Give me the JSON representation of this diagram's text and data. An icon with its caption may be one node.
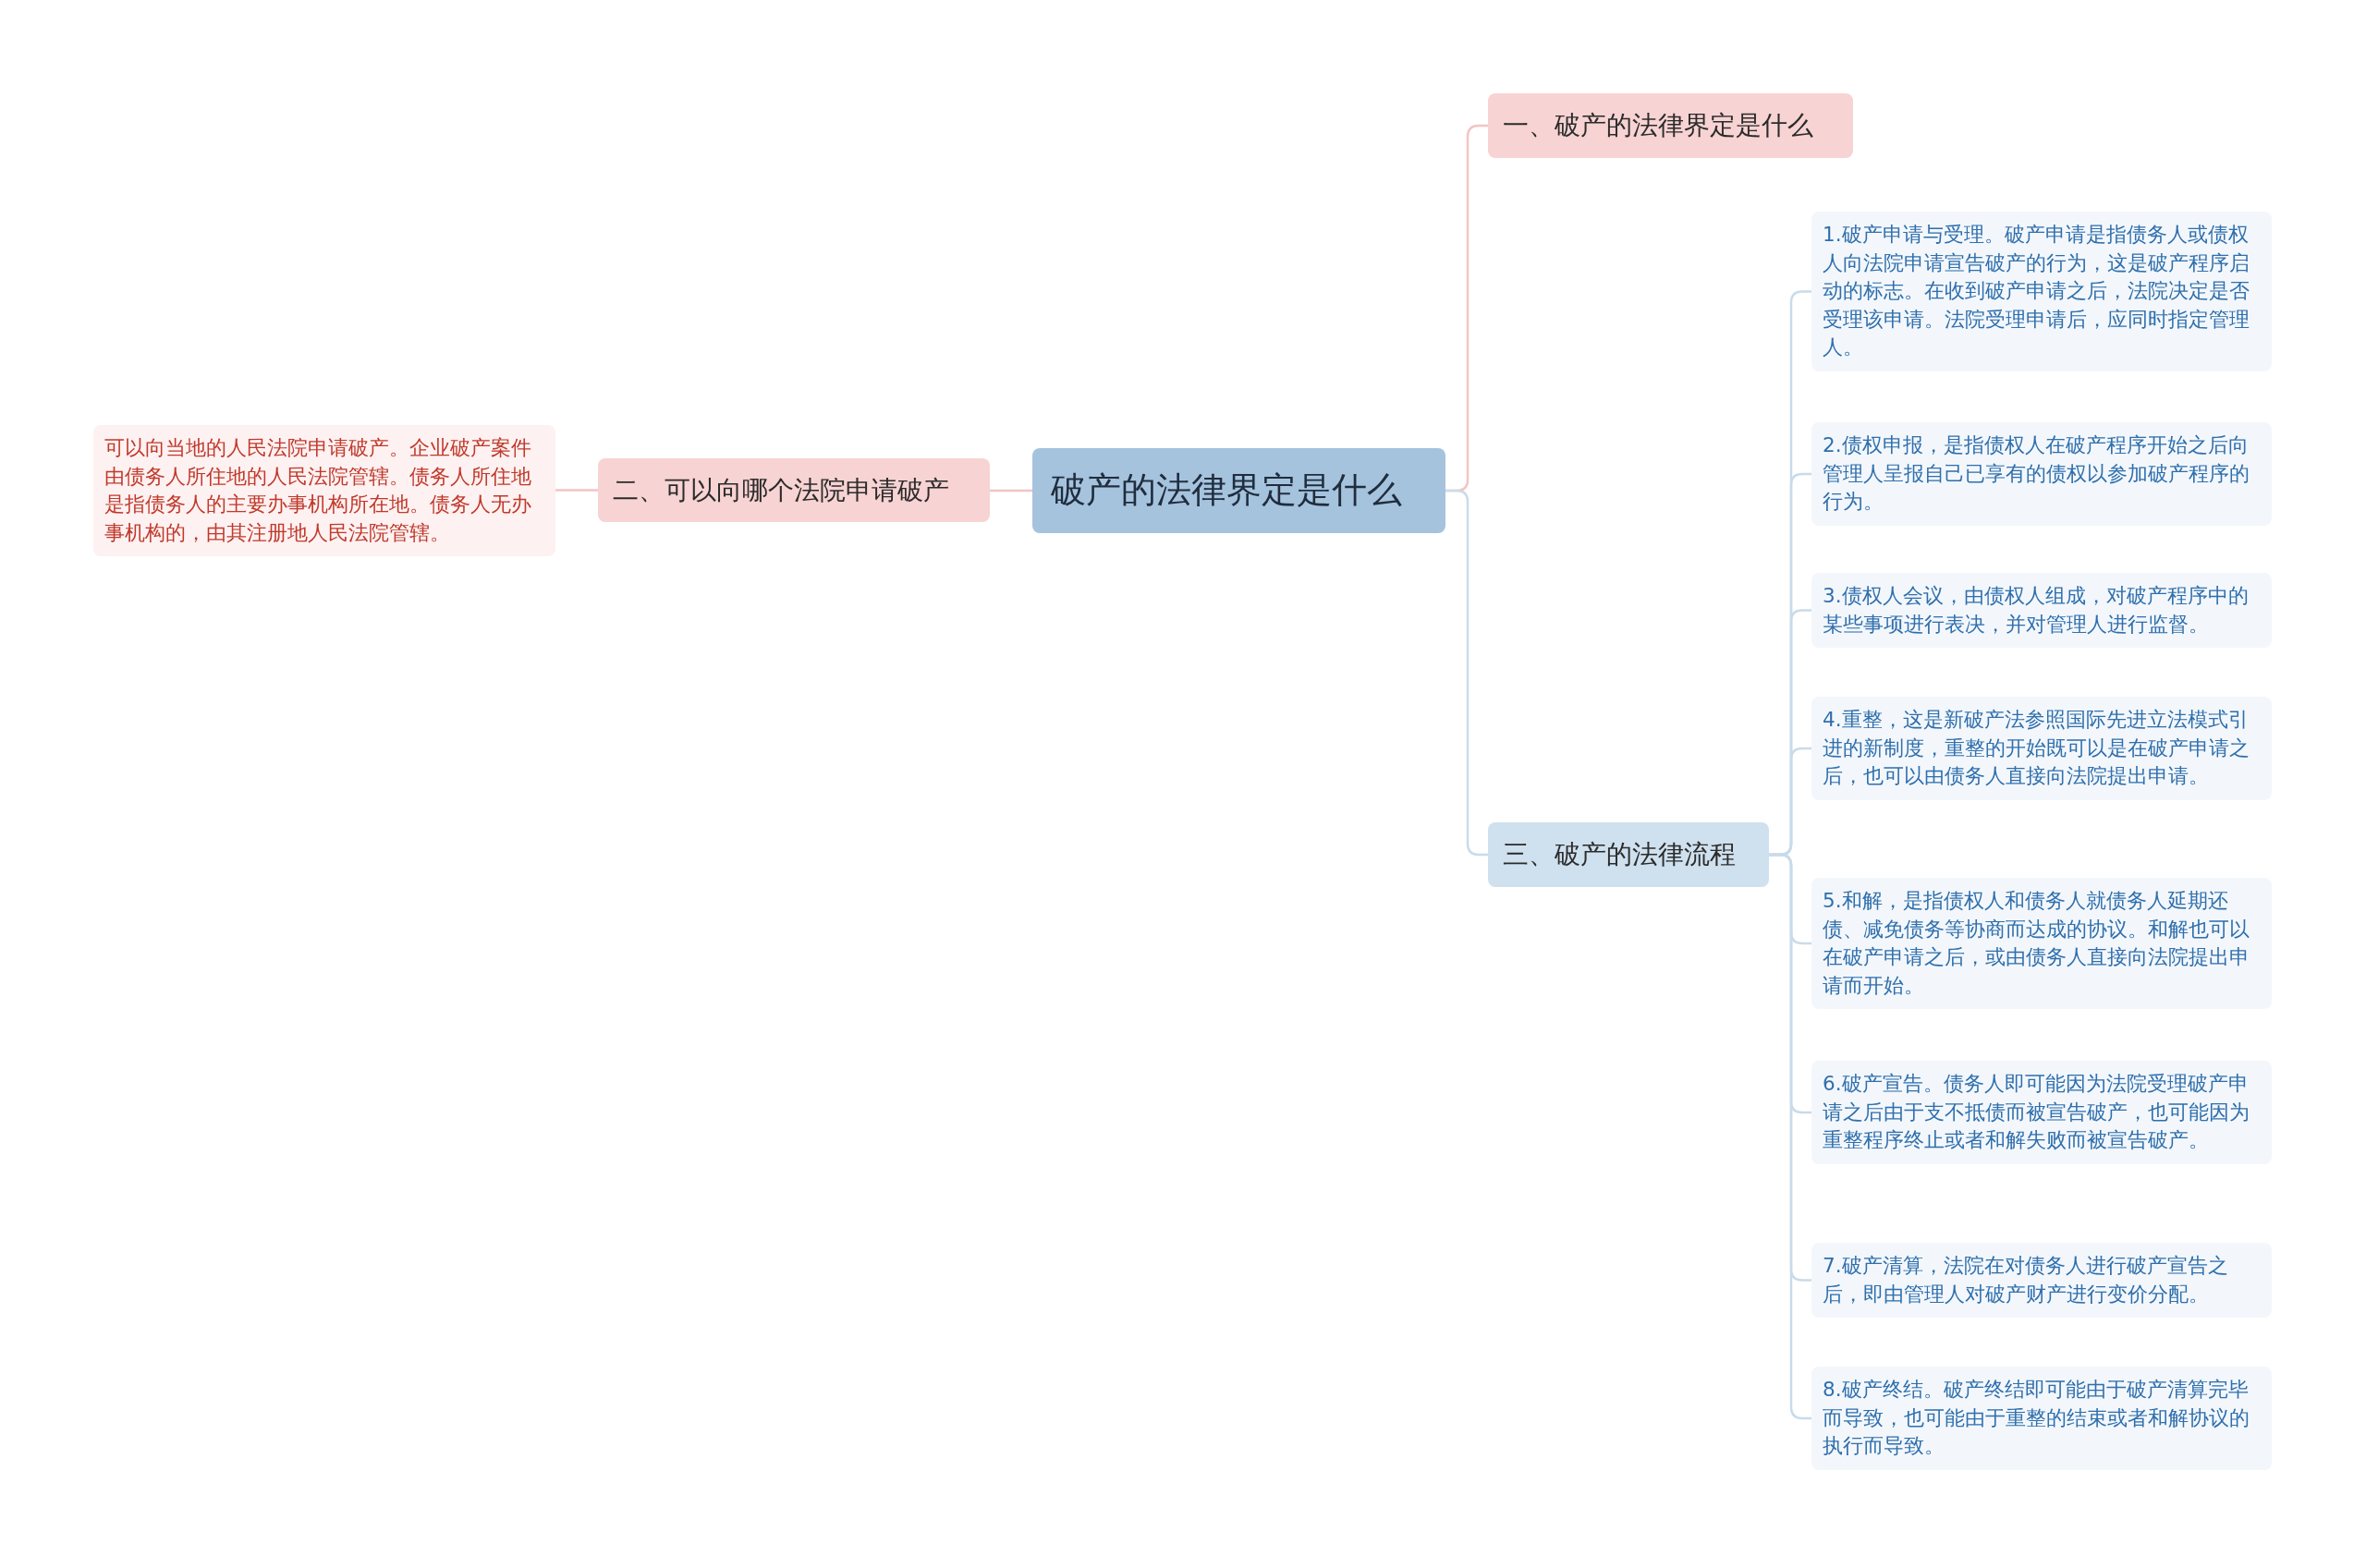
{
  "diagram": {
    "nodes": [
      {
        "text": [
          "破产的法律界定是什么"
        ]
      },
      {
        "text": [
          "一、破产的法律界定是什么"
        ]
      },
      {
        "text": [
          "二、可以向哪个法院申请破产"
        ]
      },
      {
        "text": [
          "可以向当地的人民法院申请破产。企业破产案件由债务人所住地的人民法院管辖。债务人所住地是指债务人的主要办事机构所在地。债务人无办事机构的，由其注册地人民法院管辖。"
        ]
      },
      {
        "text": [
          "三、破产的法律流程"
        ]
      },
      {
        "text": [
          "1.破产申请与受理。破产申请是指债务人或债权人向法院申请宣告破产的行为，这是破产程序启动的标志。在收到破产申请之后，法院决定是否受理该申请。法院受理申请后，应同时指定管理人。"
        ]
      },
      {
        "text": [
          "2.债权申报，是指债权人在破产程序开始之后向管理人呈报自己已享有的债权以参加破产程序的行为。"
        ]
      },
      {
        "text": [
          "3.债权人会议，由债权人组成，对破产程序中的某些事项进行表决，并对管理人进行监督。"
        ]
      },
      {
        "text": [
          "4.重整，这是新破产法参照国际先进立法模式引进的新制度，重整的开始既可以是在破产申请之后，也可以由债务人直接向法院提出申请。"
        ]
      },
      {
        "text": [
          "5.和解，是指债权人和债务人就债务人延期还债、减免债务等协商而达成的协议。和解也可以在破产申请之后，或由债务人直接向法院提出申请而开始。"
        ]
      },
      {
        "text": [
          "6.破产宣告。债务人即可能因为法院受理破产申请之后由于支不抵债而被宣告破产，也可能因为重整程序终止或者和解失败而被宣告破产。"
        ]
      },
      {
        "text": [
          "7.破产清算，法院在对债务人进行破产宣告之后，即由管理人对破产财产进行变价分配。"
        ]
      },
      {
        "text": [
          "8.破产终结。破产终结即可能由于破产清算完毕而导致，也可能由于重整的结束或者和解协议的执行而导致。"
        ]
      }
    ],
    "edges": [
      {
        "from": 0,
        "to": 1,
        "arrow": "none",
        "color": "#f2c4c4"
      },
      {
        "from": 0,
        "to": 2,
        "arrow": "none",
        "color": "#f2c4c4"
      },
      {
        "from": 2,
        "to": 3,
        "arrow": "none",
        "color": "#f2c4c4"
      },
      {
        "from": 0,
        "to": 4,
        "arrow": "none"
      },
      {
        "from": 4,
        "to": 5,
        "arrow": "none"
      },
      {
        "from": 4,
        "to": 6,
        "arrow": "none"
      },
      {
        "from": 4,
        "to": 7,
        "arrow": "none"
      },
      {
        "from": 4,
        "to": 8,
        "arrow": "none"
      },
      {
        "from": 4,
        "to": 9,
        "arrow": "none"
      },
      {
        "from": 4,
        "to": 10,
        "arrow": "none"
      },
      {
        "from": 4,
        "to": 11,
        "arrow": "none"
      },
      {
        "from": 4,
        "to": 12,
        "arrow": "none"
      }
    ]
  }
}
